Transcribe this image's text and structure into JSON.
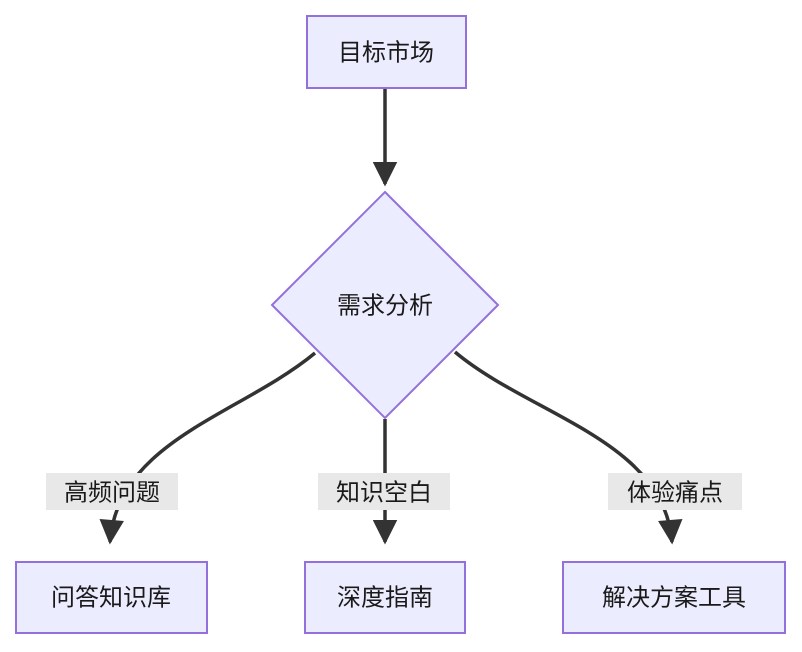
{
  "diagram": {
    "type": "flowchart",
    "direction": "top-down",
    "nodes": [
      {
        "id": "A",
        "label": "目标市场",
        "shape": "rectangle"
      },
      {
        "id": "B",
        "label": "需求分析",
        "shape": "diamond"
      },
      {
        "id": "C",
        "label": "问答知识库",
        "shape": "rectangle"
      },
      {
        "id": "D",
        "label": "深度指南",
        "shape": "rectangle"
      },
      {
        "id": "E",
        "label": "解决方案工具",
        "shape": "rectangle"
      }
    ],
    "edges": [
      {
        "from": "A",
        "to": "B",
        "label": ""
      },
      {
        "from": "B",
        "to": "C",
        "label": "高频问题"
      },
      {
        "from": "B",
        "to": "D",
        "label": "知识空白"
      },
      {
        "from": "B",
        "to": "E",
        "label": "体验痛点"
      }
    ],
    "colors": {
      "node_fill": "#ECECFF",
      "node_border": "#9370DB",
      "edge_stroke": "#333333",
      "edge_label_bg": "#e8e8e8",
      "text": "#1a1a1a",
      "background": "#ffffff"
    }
  }
}
